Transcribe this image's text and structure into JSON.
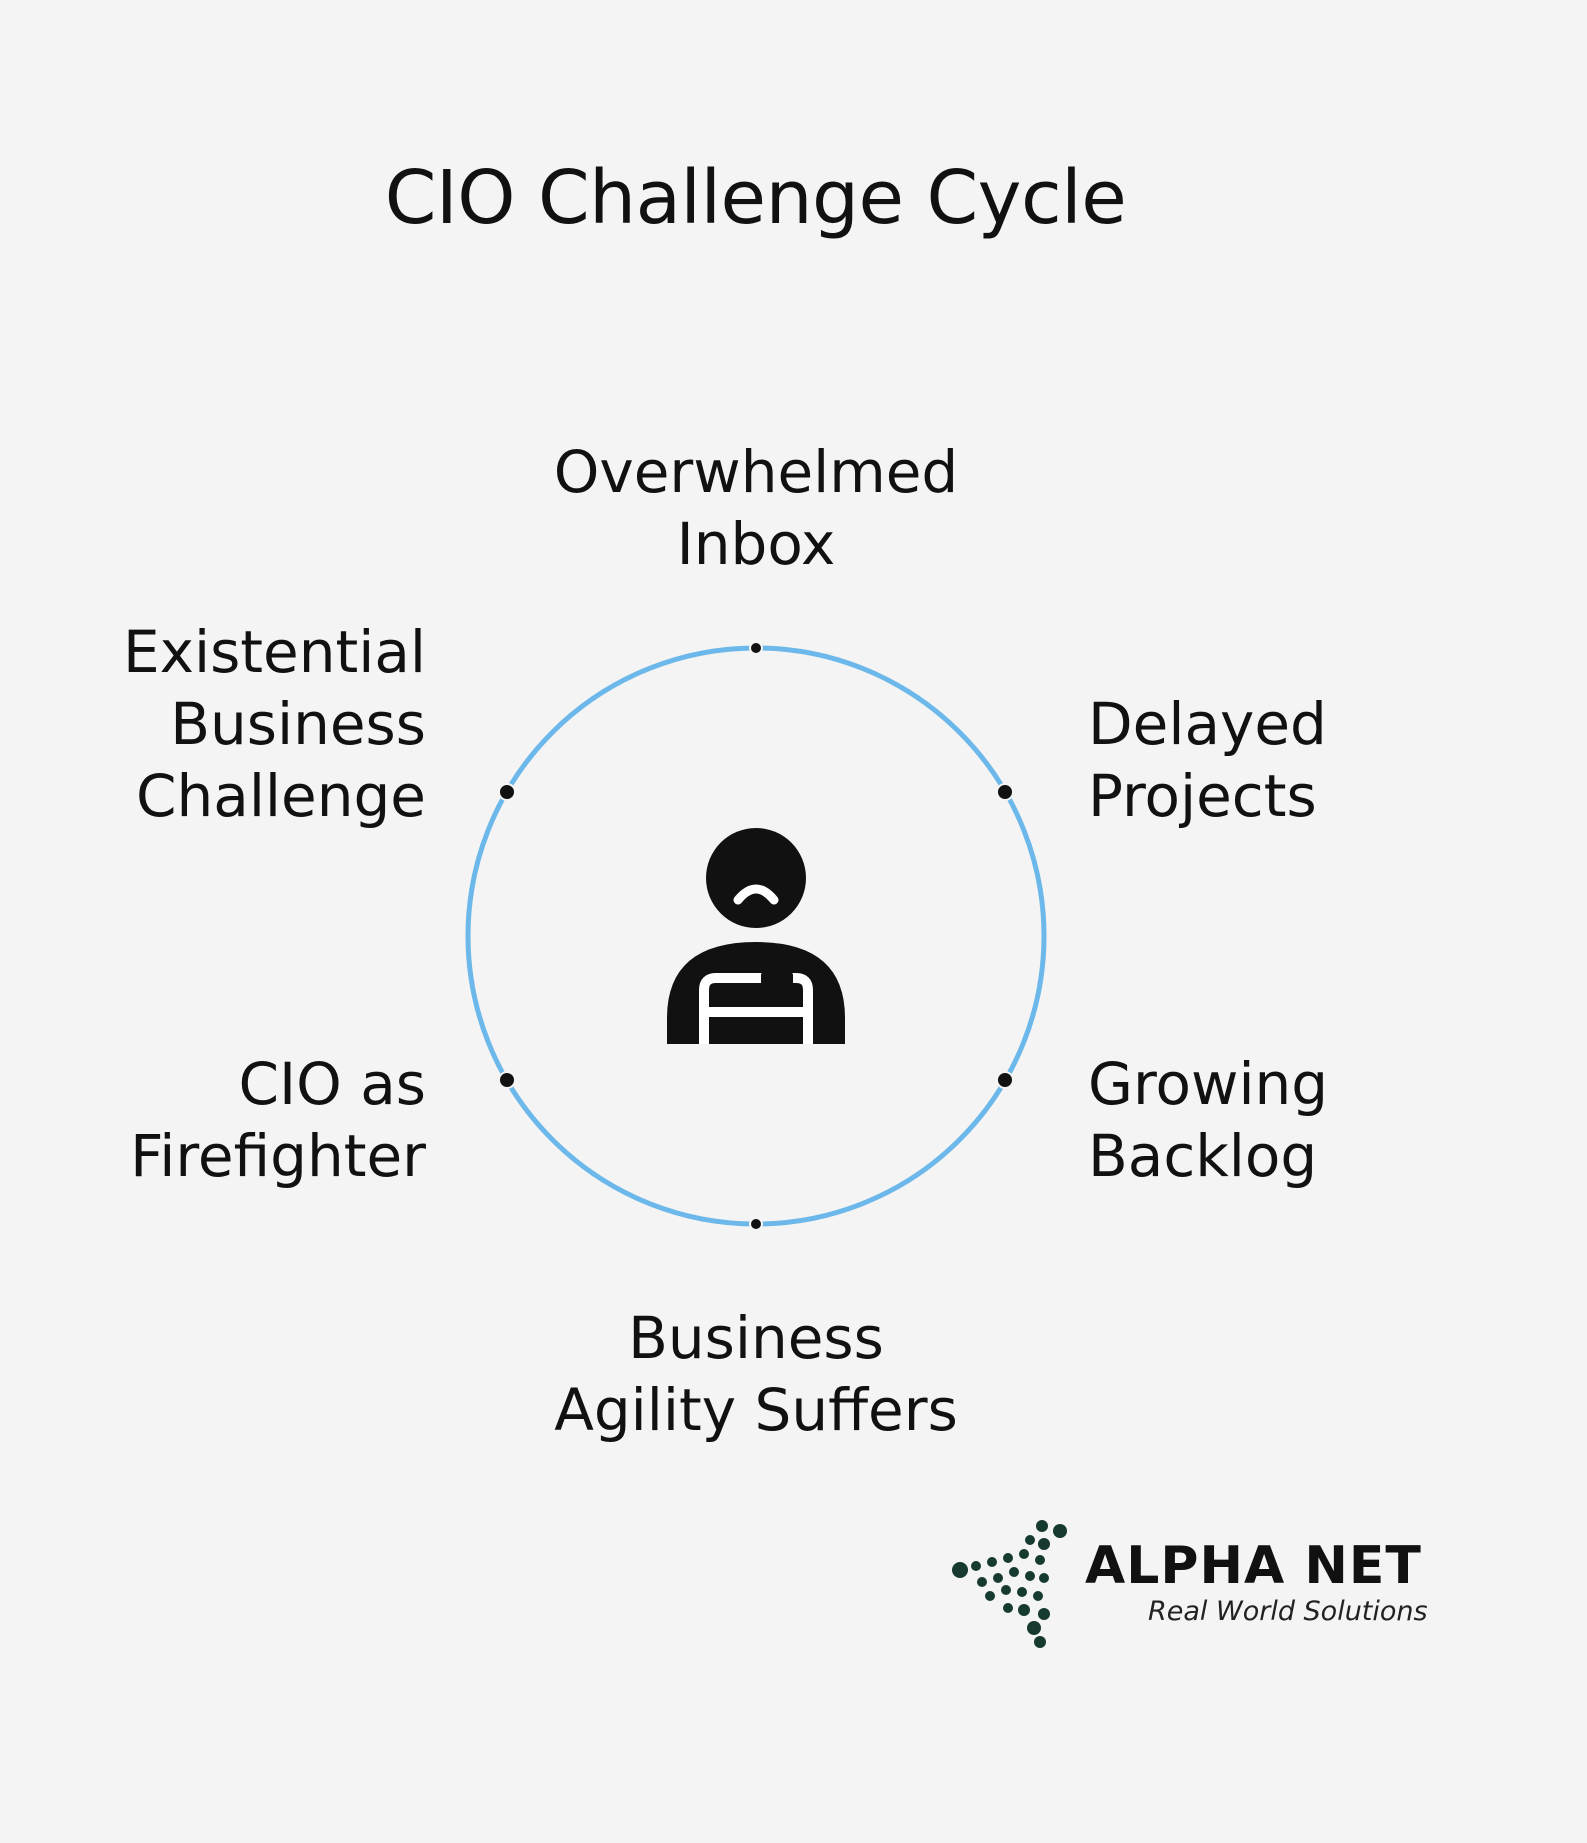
{
  "title": "CIO Challenge Cycle",
  "colors": {
    "circle": "#6cb8ea",
    "node": "#111111",
    "icon": "#111111",
    "background": "#f4f4f4"
  },
  "center_icon": "frustrated-person-at-desk-icon",
  "stages": [
    {
      "label": "Overwhelmed\nInbox"
    },
    {
      "label": "Delayed\nProjects"
    },
    {
      "label": "Growing\nBacklog"
    },
    {
      "label": "Business\nAgility Suffers"
    },
    {
      "label": "CIO as\nFirefighter"
    },
    {
      "label": "Existential\nBusiness\nChallenge"
    }
  ],
  "logo": {
    "name": "ALPHA NET",
    "tagline": "Real World Solutions",
    "icon": "dot-triangle-logo-icon"
  }
}
